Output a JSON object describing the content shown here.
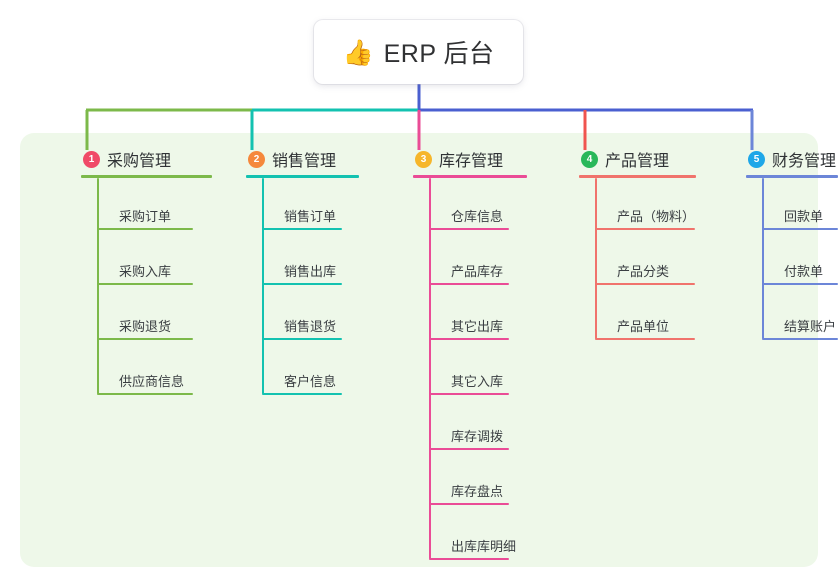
{
  "root": {
    "icon": "thumbs-up-icon",
    "emoji": "👍",
    "title": "ERP 后台"
  },
  "canvas": {
    "background": "#ffffff",
    "panel_color": "#eef8e9"
  },
  "connector_colors": {
    "root_stem": "#4a5fd0",
    "bar_left": "#7cb94a",
    "bar_mid": "#13c2b0",
    "bar_right": "#4a5fd0",
    "drop_1": "#7cb94a",
    "drop_2": "#13c2b0",
    "drop_3": "#ea4c96",
    "drop_4": "#f0544f",
    "drop_5": "#4a5fd0"
  },
  "columns": [
    {
      "index": "1",
      "title": "采购管理",
      "badge_color": "#f04a68",
      "accent": "#7cb94a",
      "items": [
        {
          "label": "采购订单"
        },
        {
          "label": "采购入库"
        },
        {
          "label": "采购退货"
        },
        {
          "label": "供应商信息"
        }
      ]
    },
    {
      "index": "2",
      "title": "销售管理",
      "badge_color": "#f5883c",
      "accent": "#13c2b0",
      "items": [
        {
          "label": "销售订单"
        },
        {
          "label": "销售出库"
        },
        {
          "label": "销售退货"
        },
        {
          "label": "客户信息"
        }
      ]
    },
    {
      "index": "3",
      "title": "库存管理",
      "badge_color": "#f6b62a",
      "accent": "#ea4c96",
      "items": [
        {
          "label": "仓库信息"
        },
        {
          "label": "产品库存"
        },
        {
          "label": "其它出库"
        },
        {
          "label": "其它入库"
        },
        {
          "label": "库存调拨"
        },
        {
          "label": "库存盘点"
        },
        {
          "label": "出库库明细"
        }
      ]
    },
    {
      "index": "4",
      "title": "产品管理",
      "badge_color": "#29b85a",
      "accent": "#f0736c",
      "items": [
        {
          "label": "产品（物料）"
        },
        {
          "label": "产品分类"
        },
        {
          "label": "产品单位"
        }
      ]
    },
    {
      "index": "5",
      "title": "财务管理",
      "badge_color": "#1ea7e8",
      "accent": "#6c86d8",
      "items": [
        {
          "label": "回款单"
        },
        {
          "label": "付款单"
        },
        {
          "label": "结算账户"
        }
      ]
    }
  ]
}
